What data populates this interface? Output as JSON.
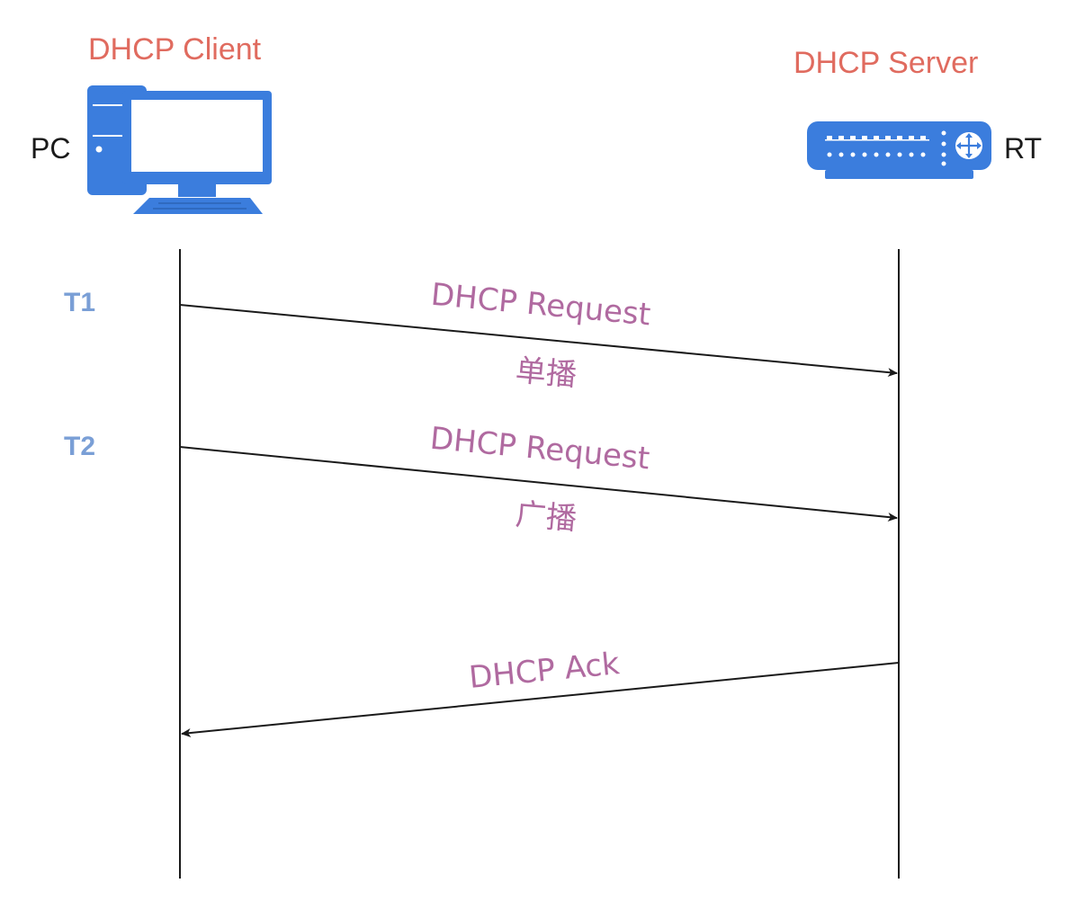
{
  "client": {
    "title": "DHCP Client",
    "node": "PC",
    "icon": "desktop-computer-icon"
  },
  "server": {
    "title": "DHCP Server",
    "node": "RT",
    "icon": "router-icon"
  },
  "times": [
    "T1",
    "T2"
  ],
  "messages": [
    {
      "label": "DHCP Request",
      "sublabel": "单播",
      "direction": "client-to-server"
    },
    {
      "label": "DHCP Request",
      "sublabel": "广播",
      "direction": "client-to-server"
    },
    {
      "label": "DHCP Ack",
      "sublabel": "",
      "direction": "server-to-client"
    }
  ],
  "colors": {
    "title": "#e06b5f",
    "time": "#7a9fd6",
    "message": "#b06aa0",
    "icon": "#3b7ddd"
  }
}
